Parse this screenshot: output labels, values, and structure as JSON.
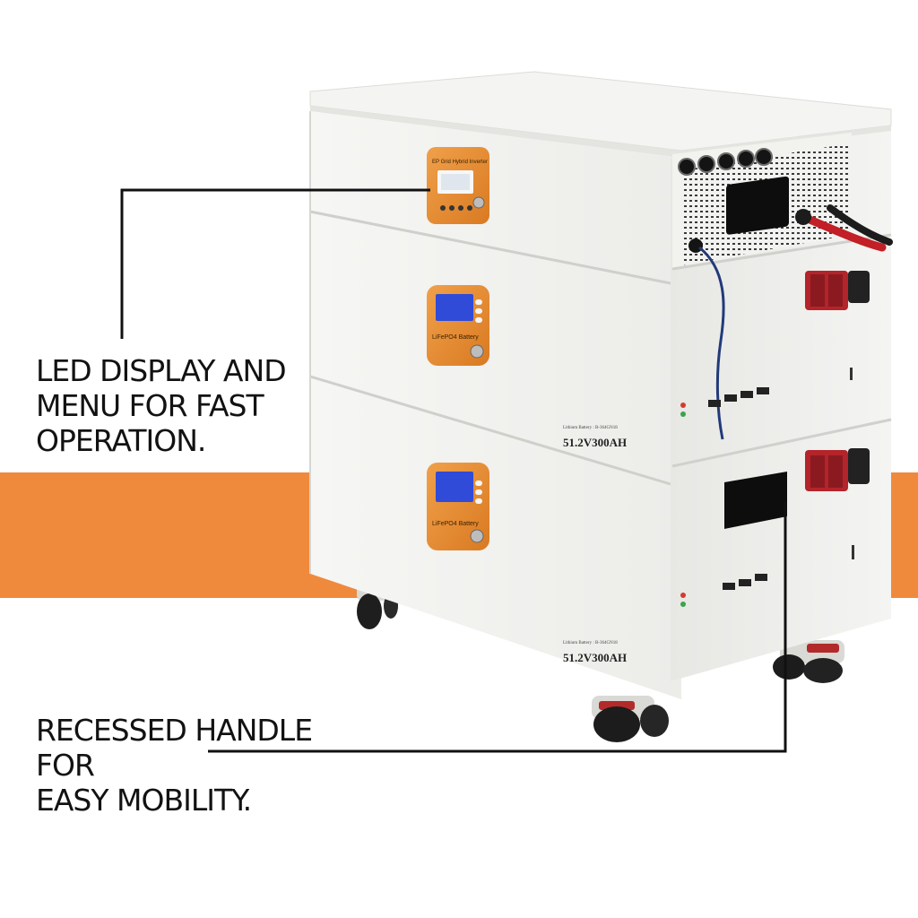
{
  "callouts": {
    "led_display": "LED DISPLAY AND\nMENU FOR FAST\nOPERATION.",
    "recessed_handle": "RECESSED HANDLE\nFOR\nEASY MOBILITY."
  },
  "product": {
    "inverter_panel_label": "EP Grid Hybrid Inverter",
    "module_1": {
      "panel_brand": "LiFePO4 Battery",
      "spec_small": "Lithium Battery : B-364GN18",
      "rating": "51.2V300AH"
    },
    "module_2": {
      "panel_brand": "LiFePO4 Battery",
      "spec_small": "Lithium Battery : B-364GN18",
      "rating": "51.2V300AH"
    }
  },
  "colors": {
    "accent_orange": "#ef8a3d",
    "panel_orange": "#e2862d",
    "lcd_blue": "#2f4bd8",
    "terminal_red": "#c0232b",
    "cabinet_white": "#f3f3f1"
  }
}
